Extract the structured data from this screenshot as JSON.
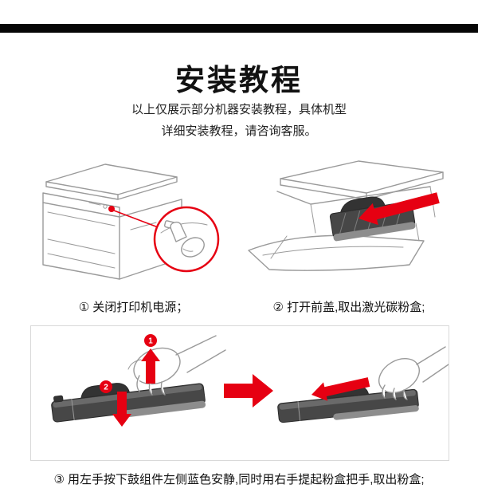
{
  "header": {
    "title": "安装教程",
    "subtitle_line1": "以上仅展示部分机器安装教程，具体机型",
    "subtitle_line2": "详细安装教程，请咨询客服。"
  },
  "steps": [
    {
      "id": 1,
      "caption": "① 关闭打印机电源；",
      "illustration": "printer-power-button-closeup"
    },
    {
      "id": 2,
      "caption": "② 打开前盖,取出激光碳粉盒;",
      "illustration": "printer-front-cover-open-cartridge-out"
    },
    {
      "id": 3,
      "caption": "③ 用左手按下鼓组件左侧蓝色安静,同时用右手提起粉盒把手,取出粉盒;",
      "illustration": "hands-removing-toner-cartridge-from-drum-unit",
      "markers": [
        "1",
        "2"
      ]
    }
  ],
  "colors": {
    "accent_red": "#e60012",
    "line_gray": "#9a9a9a",
    "top_bar": "#060606",
    "text_dark": "#111111",
    "panel_border": "#d9d9d9"
  }
}
